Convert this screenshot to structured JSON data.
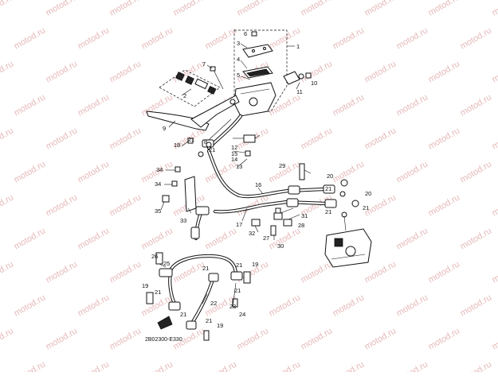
{
  "watermark": "motod.ru",
  "reference_code": "2B02300-E330",
  "callouts": {
    "p1": "1",
    "p2": "2",
    "p3": "3",
    "p4": "4",
    "p5": "5",
    "p6": "6",
    "p7": "7",
    "p8": "8",
    "p9": "9",
    "p10": "10",
    "p11": "11",
    "p12": "12",
    "p13": "13",
    "p14": "14",
    "p15": "15",
    "p16": "16",
    "p17": "17",
    "p18": "18",
    "p19": "19",
    "p20": "20",
    "p21": "21",
    "p22": "22",
    "p23": "23",
    "p24": "24",
    "p25": "25",
    "p26": "26",
    "p27": "27",
    "p28": "28",
    "p29": "29",
    "p30": "30",
    "p31": "31",
    "p32": "32",
    "p33": "33",
    "p34": "34",
    "p35": "35"
  }
}
